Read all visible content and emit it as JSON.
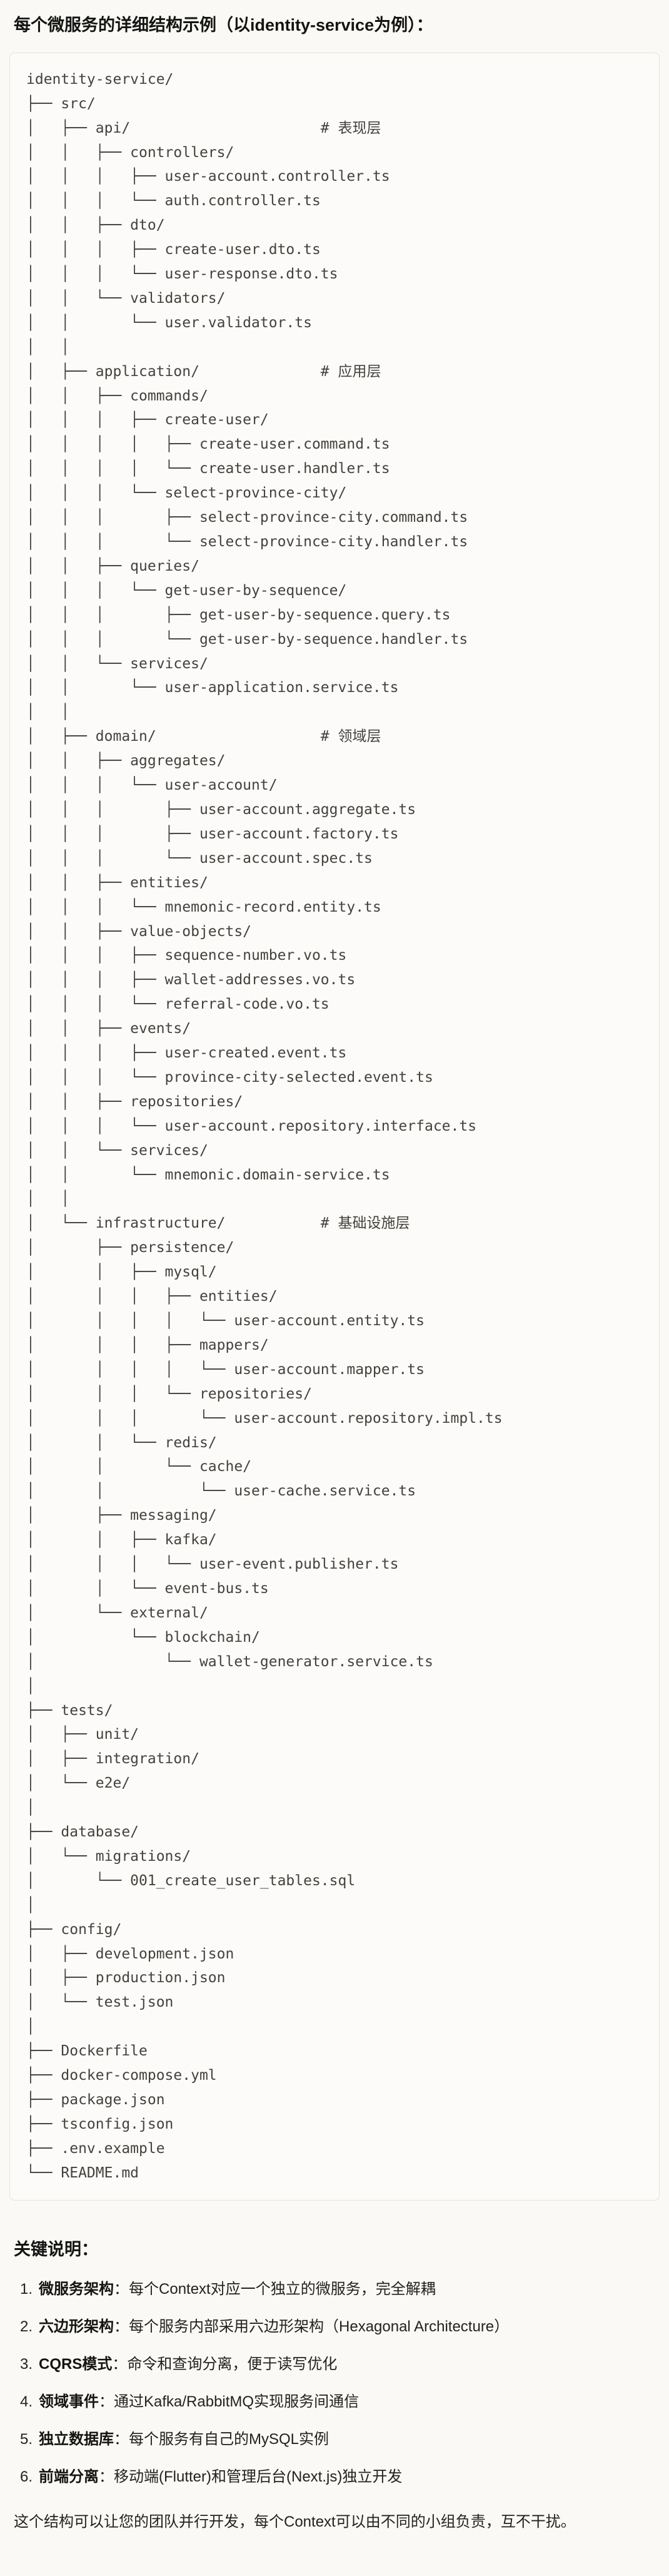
{
  "colors": {
    "page_background": "#FAF9F5",
    "code_background": "#FCFBF9",
    "code_border": "#E5E3DB",
    "text_primary": "#141413",
    "code_text": "#43423D"
  },
  "intro": {
    "title": "每个微服务的详细结构示例（以identity-service为例）："
  },
  "code_block": {
    "lines": [
      "identity-service/",
      "├── src/",
      "│   ├── api/                      # 表现层",
      "│   │   ├── controllers/",
      "│   │   │   ├── user-account.controller.ts",
      "│   │   │   └── auth.controller.ts",
      "│   │   ├── dto/",
      "│   │   │   ├── create-user.dto.ts",
      "│   │   │   └── user-response.dto.ts",
      "│   │   └── validators/",
      "│   │       └── user.validator.ts",
      "│   │",
      "│   ├── application/              # 应用层",
      "│   │   ├── commands/",
      "│   │   │   ├── create-user/",
      "│   │   │   │   ├── create-user.command.ts",
      "│   │   │   │   └── create-user.handler.ts",
      "│   │   │   └── select-province-city/",
      "│   │   │       ├── select-province-city.command.ts",
      "│   │   │       └── select-province-city.handler.ts",
      "│   │   ├── queries/",
      "│   │   │   └── get-user-by-sequence/",
      "│   │   │       ├── get-user-by-sequence.query.ts",
      "│   │   │       └── get-user-by-sequence.handler.ts",
      "│   │   └── services/",
      "│   │       └── user-application.service.ts",
      "│   │",
      "│   ├── domain/                   # 领域层",
      "│   │   ├── aggregates/",
      "│   │   │   └── user-account/",
      "│   │   │       ├── user-account.aggregate.ts",
      "│   │   │       ├── user-account.factory.ts",
      "│   │   │       └── user-account.spec.ts",
      "│   │   ├── entities/",
      "│   │   │   └── mnemonic-record.entity.ts",
      "│   │   ├── value-objects/",
      "│   │   │   ├── sequence-number.vo.ts",
      "│   │   │   ├── wallet-addresses.vo.ts",
      "│   │   │   └── referral-code.vo.ts",
      "│   │   ├── events/",
      "│   │   │   ├── user-created.event.ts",
      "│   │   │   └── province-city-selected.event.ts",
      "│   │   ├── repositories/",
      "│   │   │   └── user-account.repository.interface.ts",
      "│   │   └── services/",
      "│   │       └── mnemonic.domain-service.ts",
      "│   │",
      "│   └── infrastructure/           # 基础设施层",
      "│       ├── persistence/",
      "│       │   ├── mysql/",
      "│       │   │   ├── entities/",
      "│       │   │   │   └── user-account.entity.ts",
      "│       │   │   ├── mappers/",
      "│       │   │   │   └── user-account.mapper.ts",
      "│       │   │   └── repositories/",
      "│       │   │       └── user-account.repository.impl.ts",
      "│       │   └── redis/",
      "│       │       └── cache/",
      "│       │           └── user-cache.service.ts",
      "│       ├── messaging/",
      "│       │   ├── kafka/",
      "│       │   │   └── user-event.publisher.ts",
      "│       │   └── event-bus.ts",
      "│       └── external/",
      "│           └── blockchain/",
      "│               └── wallet-generator.service.ts",
      "│",
      "├── tests/",
      "│   ├── unit/",
      "│   ├── integration/",
      "│   └── e2e/",
      "│",
      "├── database/",
      "│   └── migrations/",
      "│       └── 001_create_user_tables.sql",
      "│",
      "├── config/",
      "│   ├── development.json",
      "│   ├── production.json",
      "│   └── test.json",
      "│",
      "├── Dockerfile",
      "├── docker-compose.yml",
      "├── package.json",
      "├── tsconfig.json",
      "├── .env.example",
      "└── README.md"
    ]
  },
  "notes": {
    "heading": "关键说明：",
    "items": [
      {
        "num": "1.",
        "term": "微服务架构",
        "desc": "：每个Context对应一个独立的微服务，完全解耦"
      },
      {
        "num": "2.",
        "term": "六边形架构",
        "desc": "：每个服务内部采用六边形架构（Hexagonal Architecture）"
      },
      {
        "num": "3.",
        "term": "CQRS模式",
        "desc": "：命令和查询分离，便于读写优化"
      },
      {
        "num": "4.",
        "term": "领域事件",
        "desc": "：通过Kafka/RabbitMQ实现服务间通信"
      },
      {
        "num": "5.",
        "term": "独立数据库",
        "desc": "：每个服务有自己的MySQL实例"
      },
      {
        "num": "6.",
        "term": "前端分离",
        "desc": "：移动端(Flutter)和管理后台(Next.js)独立开发"
      }
    ],
    "footer": "这个结构可以让您的团队并行开发，每个Context可以由不同的小组负责，互不干扰。"
  }
}
